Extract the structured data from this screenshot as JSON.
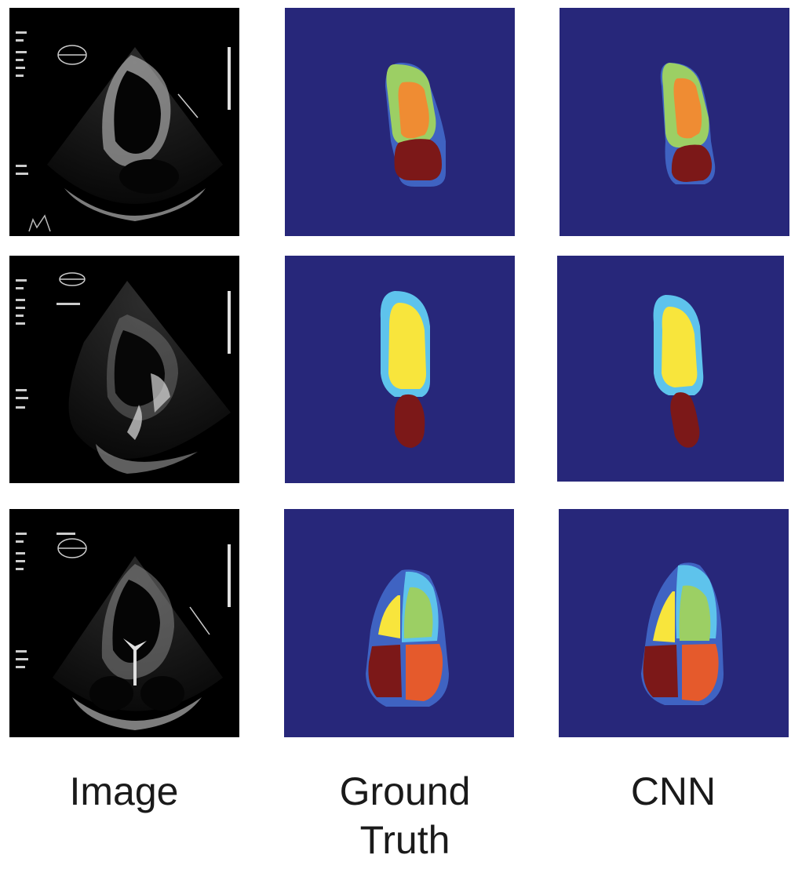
{
  "labels": {
    "image": "Image",
    "ground_truth": [
      "Ground",
      "Truth"
    ],
    "cnn": "CNN"
  },
  "colors": {
    "background": "#27277a",
    "outer_blue": "#3f63c2",
    "light_blue": "#5ec3ec",
    "light_green": "#9ccf64",
    "orange": "#ef8c33",
    "yellow": "#f8e53c",
    "dark_red": "#7c1818",
    "red_orange": "#e55a2c",
    "echo_background": "#000000"
  },
  "icons": {
    "echo_panel": "echocardiogram-ultrasound-image"
  }
}
